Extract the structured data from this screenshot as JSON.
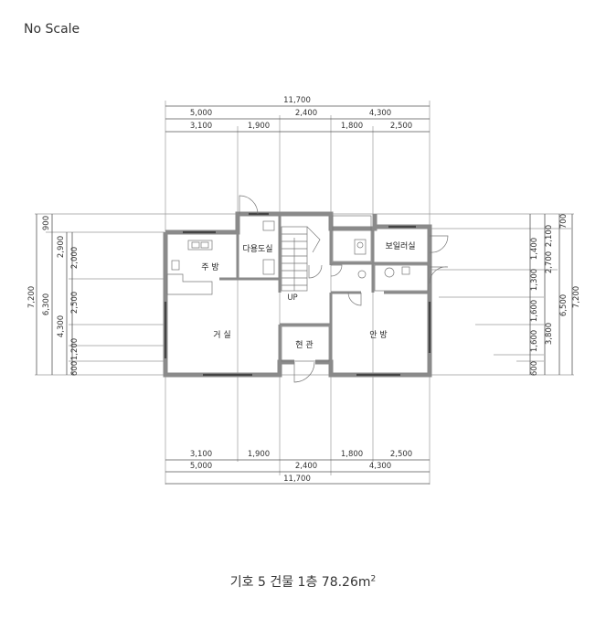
{
  "note": "No Scale",
  "caption": {
    "text": "기호 5 건물 1층 78.26m",
    "sup": "2"
  },
  "rooms": {
    "kitchen": "주 방",
    "utility": "다용도실",
    "boiler": "보일러실",
    "living": "거 실",
    "entrance": "현 관",
    "master": "안 방",
    "stair_up": "UP"
  },
  "dims": {
    "total": "11,700",
    "top_mid": [
      "5,000",
      "2,400",
      "4,300"
    ],
    "top_inner": [
      "3,100",
      "1,900",
      "1,800",
      "2,500"
    ],
    "bottom_inner": [
      "3,100",
      "1,900",
      "1,800",
      "2,500"
    ],
    "bottom_mid": [
      "5,000",
      "2,400",
      "4,300"
    ],
    "left_outer": "7,200",
    "left_mid": [
      "6,300",
      "900"
    ],
    "left_a": [
      "2,900",
      "4,300"
    ],
    "left_b": [
      "2,000",
      "2,500",
      "1,200",
      "600"
    ],
    "right_outer": "7,200",
    "right_mid": [
      "6,500",
      "700"
    ],
    "right_a": [
      "2,100",
      "2,700",
      "3,800"
    ],
    "right_b": [
      "1,400",
      "1,300",
      "1,600",
      "1,600",
      "600"
    ]
  }
}
